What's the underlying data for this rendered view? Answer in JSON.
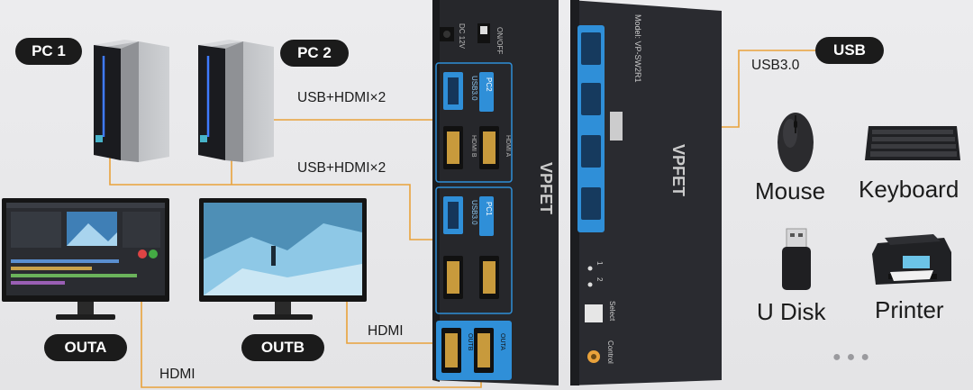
{
  "labels": {
    "pc1": "PC 1",
    "pc2": "PC 2",
    "usb": "USB",
    "outa": "OUTA",
    "outb": "OUTB"
  },
  "connections": {
    "pc1_to_kvm": "USB+HDMI×2",
    "pc2_to_kvm": "USB+HDMI×2",
    "usb_standard": "USB3.0",
    "outa_link": "HDMI",
    "outb_link": "HDMI"
  },
  "devices": {
    "mouse": "Mouse",
    "keyboard": "Keyboard",
    "udisk": "U Disk",
    "printer": "Printer"
  },
  "kvm": {
    "power_label": "ON/OFF",
    "dc_label": "DC 12V",
    "usb_port_label": "USB3.0",
    "hdmi_a_label": "HDMI A",
    "hdmi_b_label": "HDMI B",
    "pc1_tag": "PC1",
    "pc2_tag": "PC2",
    "outa_tag": "OUTA",
    "outb_tag": "OUTB",
    "model": "Model: VP-SW2R1",
    "brand": "VPFET",
    "select_label": "Select",
    "control_label": "Control",
    "led1": "1",
    "led2": "2"
  },
  "more_indicator": "●●●",
  "colors": {
    "accent_orange": "#e9a23b",
    "port_blue": "#2f8fd8",
    "kvm_body": "#242529",
    "pill_bg": "#1b1b1b"
  }
}
